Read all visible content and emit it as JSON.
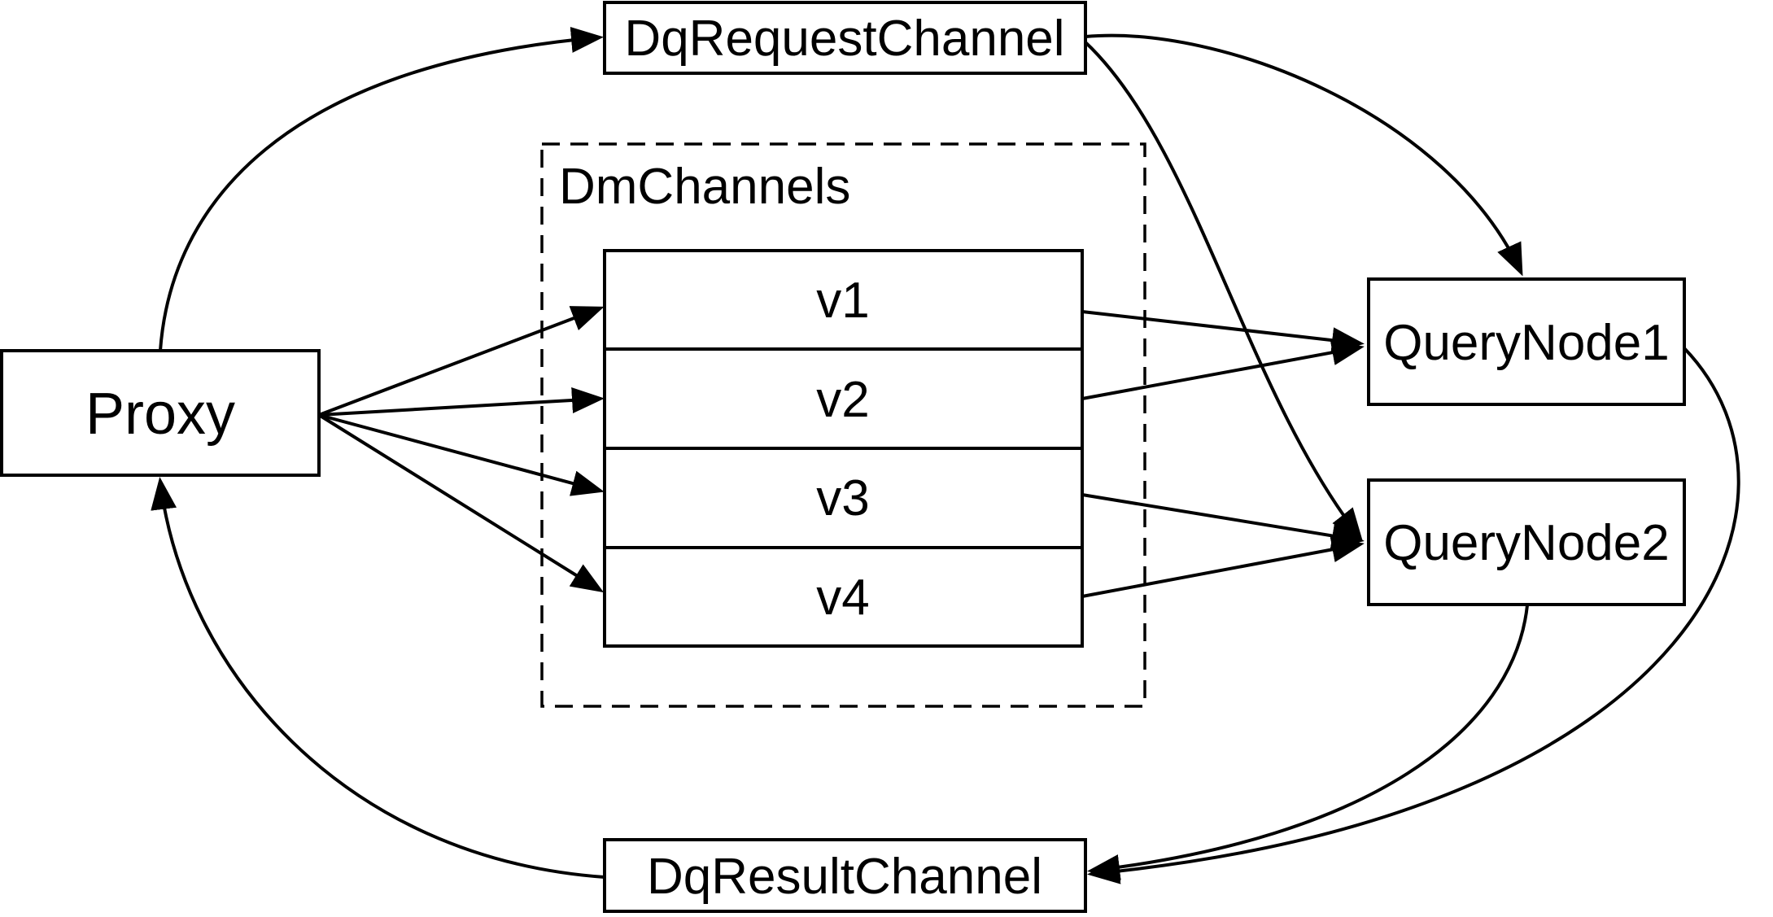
{
  "nodes": {
    "proxy": {
      "label": "Proxy"
    },
    "dq_request_channel": {
      "label": "DqRequestChannel"
    },
    "dm_channels_group": {
      "label": "DmChannels"
    },
    "channels": [
      {
        "label": "v1"
      },
      {
        "label": "v2"
      },
      {
        "label": "v3"
      },
      {
        "label": "v4"
      }
    ],
    "query_node1": {
      "label": "QueryNode1"
    },
    "query_node2": {
      "label": "QueryNode2"
    },
    "dq_result_channel": {
      "label": "DqResultChannel"
    }
  },
  "edges": [
    {
      "from": "Proxy",
      "to": "DqRequestChannel"
    },
    {
      "from": "Proxy",
      "to": "v1"
    },
    {
      "from": "Proxy",
      "to": "v2"
    },
    {
      "from": "Proxy",
      "to": "v3"
    },
    {
      "from": "Proxy",
      "to": "v4"
    },
    {
      "from": "v1",
      "to": "QueryNode1"
    },
    {
      "from": "v2",
      "to": "QueryNode1"
    },
    {
      "from": "v3",
      "to": "QueryNode2"
    },
    {
      "from": "v4",
      "to": "QueryNode2"
    },
    {
      "from": "DqRequestChannel",
      "to": "QueryNode1"
    },
    {
      "from": "DqRequestChannel",
      "to": "QueryNode2"
    },
    {
      "from": "QueryNode1",
      "to": "DqResultChannel"
    },
    {
      "from": "QueryNode2",
      "to": "DqResultChannel"
    },
    {
      "from": "DqResultChannel",
      "to": "Proxy"
    }
  ],
  "colors": {
    "stroke": "#000000",
    "background": "#ffffff",
    "text": "#000000"
  }
}
